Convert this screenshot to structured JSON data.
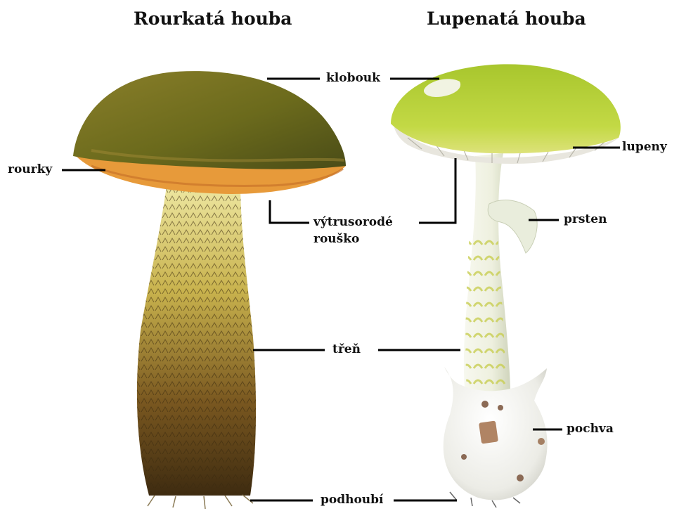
{
  "titles": {
    "left": "Rourkatá houba",
    "right": "Lupenatá houba"
  },
  "labels": {
    "klobouk": "klobouk",
    "rourky": "rourky",
    "lupeny": "lupeny",
    "vytrusorode_line1": "výtrusorodé",
    "vytrusorode_line2": "rouško",
    "prsten": "prsten",
    "tren": "třeň",
    "pochva": "pochva",
    "podhoubi": "podhoubí"
  },
  "colors": {
    "bolete_cap": "#6b6a1c",
    "bolete_tubes": "#e79a3a",
    "bolete_stem_top": "#e8e08a",
    "bolete_stem_bottom": "#4a3412",
    "amanita_cap": "#b9d33a",
    "amanita_stem": "#f0f2e6",
    "amanita_volva": "#f4f4f1"
  }
}
